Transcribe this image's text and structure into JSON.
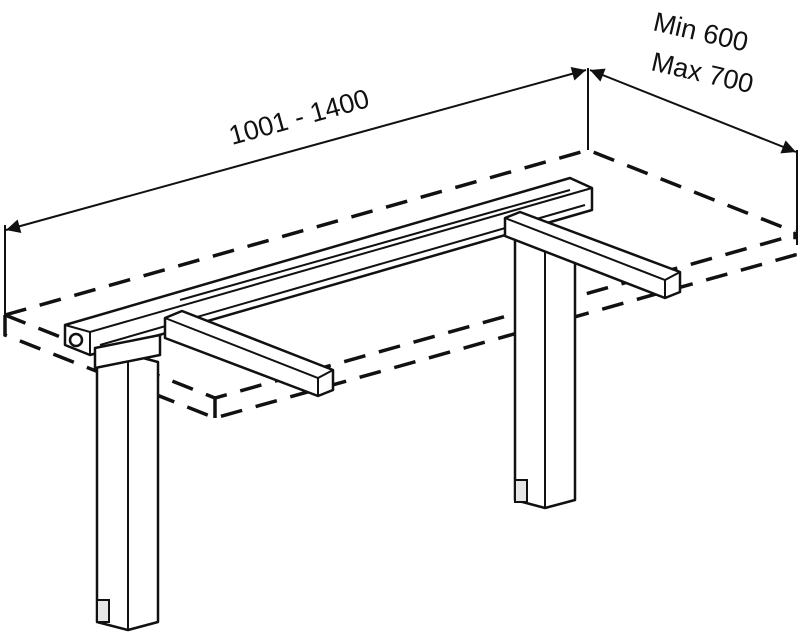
{
  "dimensions": {
    "length_label": "1001 - 1400",
    "depth_min_label": "Min 600",
    "depth_max_label": "Max 700"
  }
}
